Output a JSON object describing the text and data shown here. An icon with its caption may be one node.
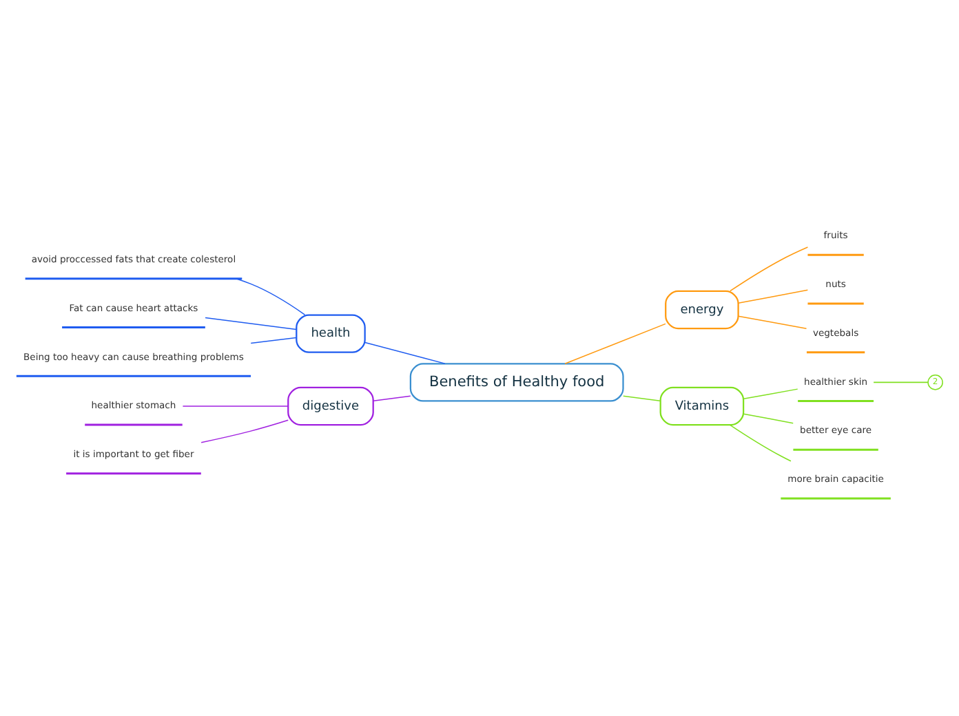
{
  "diagram": {
    "nodes": [
      {
        "text": [
          "Benefits of Healthy food"
        ]
      },
      {
        "text": [
          "health"
        ]
      },
      {
        "text": [
          "avoid proccessed fats that create colesterol"
        ]
      },
      {
        "text": [
          "Fat can cause heart attacks"
        ]
      },
      {
        "text": [
          "Being too heavy can cause breathing problems"
        ]
      },
      {
        "text": [
          "digestive"
        ]
      },
      {
        "text": [
          "healthier stomach"
        ]
      },
      {
        "text": [
          "it is important to get fiber"
        ]
      },
      {
        "text": [
          "energy"
        ]
      },
      {
        "text": [
          "fruits"
        ]
      },
      {
        "text": [
          "nuts"
        ]
      },
      {
        "text": [
          "vegtebals"
        ]
      },
      {
        "text": [
          "Vitamins"
        ]
      },
      {
        "text": [
          "healthier skin"
        ]
      },
      {
        "text": [
          "2"
        ]
      },
      {
        "text": [
          "better eye care"
        ]
      },
      {
        "text": [
          "more brain capacitie"
        ]
      }
    ],
    "edges": [
      {
        "from": 2,
        "to": 1,
        "arrow": "none",
        "color": "#1f5cf0"
      },
      {
        "from": 3,
        "to": 1,
        "arrow": "none",
        "color": "#1f5cf0"
      },
      {
        "from": 4,
        "to": 1,
        "arrow": "none",
        "color": "#1f5cf0"
      },
      {
        "from": 1,
        "to": 0,
        "arrow": "none",
        "color": "#1f5cf0"
      },
      {
        "from": 6,
        "to": 5,
        "arrow": "none",
        "color": "#a020e0"
      },
      {
        "from": 7,
        "to": 5,
        "arrow": "none",
        "color": "#a020e0"
      },
      {
        "from": 5,
        "to": 0,
        "arrow": "none",
        "color": "#a020e0"
      },
      {
        "from": 0,
        "to": 8,
        "arrow": "none",
        "color": "#ff9a10"
      },
      {
        "from": 8,
        "to": 9,
        "arrow": "none",
        "color": "#ff9a10"
      },
      {
        "from": 8,
        "to": 10,
        "arrow": "none",
        "color": "#ff9a10"
      },
      {
        "from": 8,
        "to": 11,
        "arrow": "none",
        "color": "#ff9a10"
      },
      {
        "from": 0,
        "to": 12,
        "arrow": "none",
        "color": "#80e020"
      },
      {
        "from": 12,
        "to": 13,
        "arrow": "none",
        "color": "#80e020"
      },
      {
        "from": 13,
        "to": 14,
        "arrow": "none",
        "color": "#80e020"
      },
      {
        "from": 12,
        "to": 15,
        "arrow": "none",
        "color": "#80e020"
      },
      {
        "from": 12,
        "to": 16,
        "arrow": "none",
        "color": "#80e020"
      }
    ]
  }
}
